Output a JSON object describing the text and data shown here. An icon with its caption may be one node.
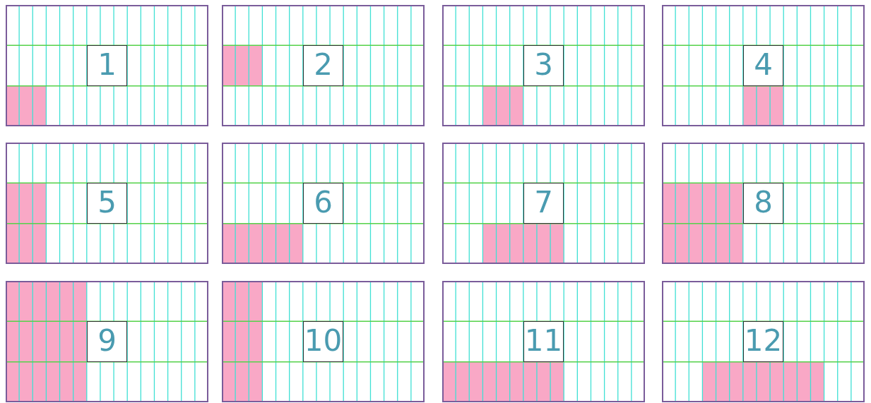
{
  "diagram": {
    "nodes": [
      {
        "text": [
          "1"
        ]
      },
      {
        "text": [
          "2"
        ]
      },
      {
        "text": [
          "3"
        ]
      },
      {
        "text": [
          "4"
        ]
      },
      {
        "text": [
          "5"
        ]
      },
      {
        "text": [
          "6"
        ]
      },
      {
        "text": [
          "7"
        ]
      },
      {
        "text": [
          "8"
        ]
      },
      {
        "text": [
          "9"
        ]
      },
      {
        "text": [
          "10"
        ]
      },
      {
        "text": [
          "11"
        ]
      },
      {
        "text": [
          "12"
        ]
      }
    ]
  }
}
